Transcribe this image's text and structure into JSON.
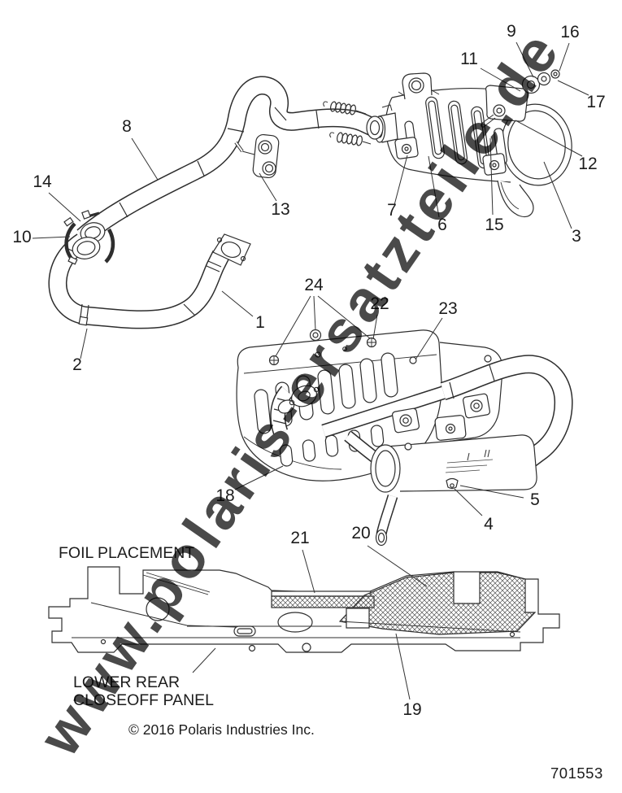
{
  "page": {
    "background": "#ffffff",
    "ink": "#2e2e2e"
  },
  "watermark": {
    "text": "www.polaris-ersatzteile.de",
    "color": "#c8c8c8"
  },
  "labels": {
    "foil_placement": "FOIL PLACEMENT",
    "lower_rear_line1": "LOWER REAR",
    "lower_rear_line2": "CLOSEOFF PANEL",
    "copyright": "© 2016 Polaris Industries Inc.",
    "part_number": "701553"
  },
  "callouts": {
    "c1": {
      "label": "1"
    },
    "c2": {
      "label": "2"
    },
    "c3": {
      "label": "3"
    },
    "c4": {
      "label": "4"
    },
    "c5": {
      "label": "5"
    },
    "c6": {
      "label": "6"
    },
    "c7": {
      "label": "7"
    },
    "c8": {
      "label": "8"
    },
    "c9": {
      "label": "9"
    },
    "c10": {
      "label": "10"
    },
    "c11": {
      "label": "11"
    },
    "c12": {
      "label": "12"
    },
    "c13": {
      "label": "13"
    },
    "c14": {
      "label": "14"
    },
    "c15": {
      "label": "15"
    },
    "c16": {
      "label": "16"
    },
    "c17": {
      "label": "17"
    },
    "c18": {
      "label": "18"
    },
    "c19": {
      "label": "19"
    },
    "c20": {
      "label": "20"
    },
    "c21": {
      "label": "21"
    },
    "c22": {
      "label": "22"
    },
    "c23": {
      "label": "23"
    },
    "c24": {
      "label": "24"
    }
  }
}
